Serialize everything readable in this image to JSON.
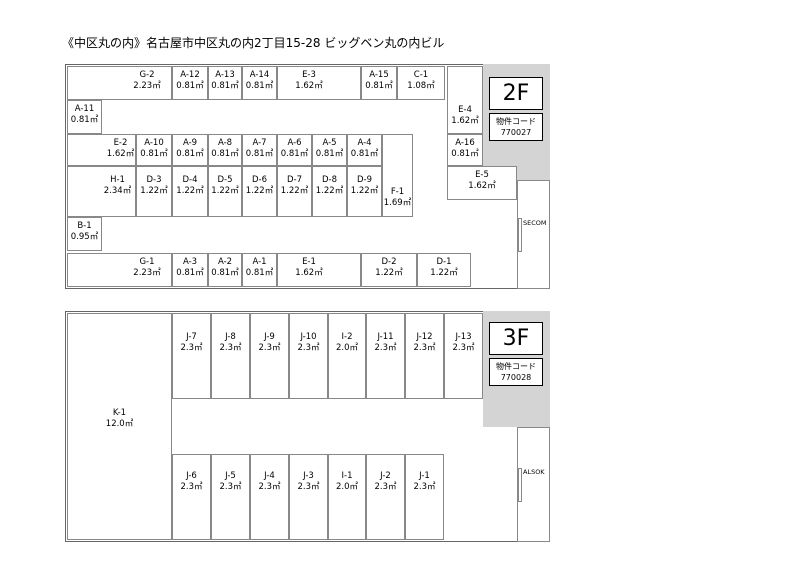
{
  "header": {
    "title": "《中区丸の内》名古屋市中区丸の内2丁目15-28 ビッグベン丸の内ビル"
  },
  "floor2": {
    "floor_label": "2F",
    "code_label": "物件コード",
    "code": "770027",
    "side_label": "SECOM",
    "units": [
      {
        "id": "G-2",
        "area": "2.23㎡"
      },
      {
        "id": "A-12",
        "area": "0.81㎡"
      },
      {
        "id": "A-13",
        "area": "0.81㎡"
      },
      {
        "id": "A-14",
        "area": "0.81㎡"
      },
      {
        "id": "E-3",
        "area": "1.62㎡"
      },
      {
        "id": "A-15",
        "area": "0.81㎡"
      },
      {
        "id": "C-1",
        "area": "1.08㎡"
      },
      {
        "id": "A-11",
        "area": "0.81㎡"
      },
      {
        "id": "E-4",
        "area": "1.62㎡"
      },
      {
        "id": "E-2",
        "area": "1.62㎡"
      },
      {
        "id": "A-10",
        "area": "0.81㎡"
      },
      {
        "id": "A-9",
        "area": "0.81㎡"
      },
      {
        "id": "A-8",
        "area": "0.81㎡"
      },
      {
        "id": "A-7",
        "area": "0.81㎡"
      },
      {
        "id": "A-6",
        "area": "0.81㎡"
      },
      {
        "id": "A-5",
        "area": "0.81㎡"
      },
      {
        "id": "A-4",
        "area": "0.81㎡"
      },
      {
        "id": "A-16",
        "area": "0.81㎡"
      },
      {
        "id": "H-1",
        "area": "2.34㎡"
      },
      {
        "id": "D-3",
        "area": "1.22㎡"
      },
      {
        "id": "D-4",
        "area": "1.22㎡"
      },
      {
        "id": "D-5",
        "area": "1.22㎡"
      },
      {
        "id": "D-6",
        "area": "1.22㎡"
      },
      {
        "id": "D-7",
        "area": "1.22㎡"
      },
      {
        "id": "D-8",
        "area": "1.22㎡"
      },
      {
        "id": "D-9",
        "area": "1.22㎡"
      },
      {
        "id": "F-1",
        "area": "1.69㎡"
      },
      {
        "id": "E-5",
        "area": "1.62㎡"
      },
      {
        "id": "B-1",
        "area": "0.95㎡"
      },
      {
        "id": "G-1",
        "area": "2.23㎡"
      },
      {
        "id": "A-3",
        "area": "0.81㎡"
      },
      {
        "id": "A-2",
        "area": "0.81㎡"
      },
      {
        "id": "A-1",
        "area": "0.81㎡"
      },
      {
        "id": "E-1",
        "area": "1.62㎡"
      },
      {
        "id": "D-2",
        "area": "1.22㎡"
      },
      {
        "id": "D-1",
        "area": "1.22㎡"
      }
    ]
  },
  "floor3": {
    "floor_label": "3F",
    "code_label": "物件コード",
    "code": "770028",
    "side_label": "ALSOK",
    "units": [
      {
        "id": "K-1",
        "area": "12.0㎡"
      },
      {
        "id": "J-7",
        "area": "2.3㎡"
      },
      {
        "id": "J-8",
        "area": "2.3㎡"
      },
      {
        "id": "J-9",
        "area": "2.3㎡"
      },
      {
        "id": "J-10",
        "area": "2.3㎡"
      },
      {
        "id": "I-2",
        "area": "2.0㎡"
      },
      {
        "id": "J-11",
        "area": "2.3㎡"
      },
      {
        "id": "J-12",
        "area": "2.3㎡"
      },
      {
        "id": "J-13",
        "area": "2.3㎡"
      },
      {
        "id": "J-6",
        "area": "2.3㎡"
      },
      {
        "id": "J-5",
        "area": "2.3㎡"
      },
      {
        "id": "J-4",
        "area": "2.3㎡"
      },
      {
        "id": "J-3",
        "area": "2.3㎡"
      },
      {
        "id": "I-1",
        "area": "2.0㎡"
      },
      {
        "id": "J-2",
        "area": "2.3㎡"
      },
      {
        "id": "J-1",
        "area": "2.3㎡"
      }
    ]
  }
}
